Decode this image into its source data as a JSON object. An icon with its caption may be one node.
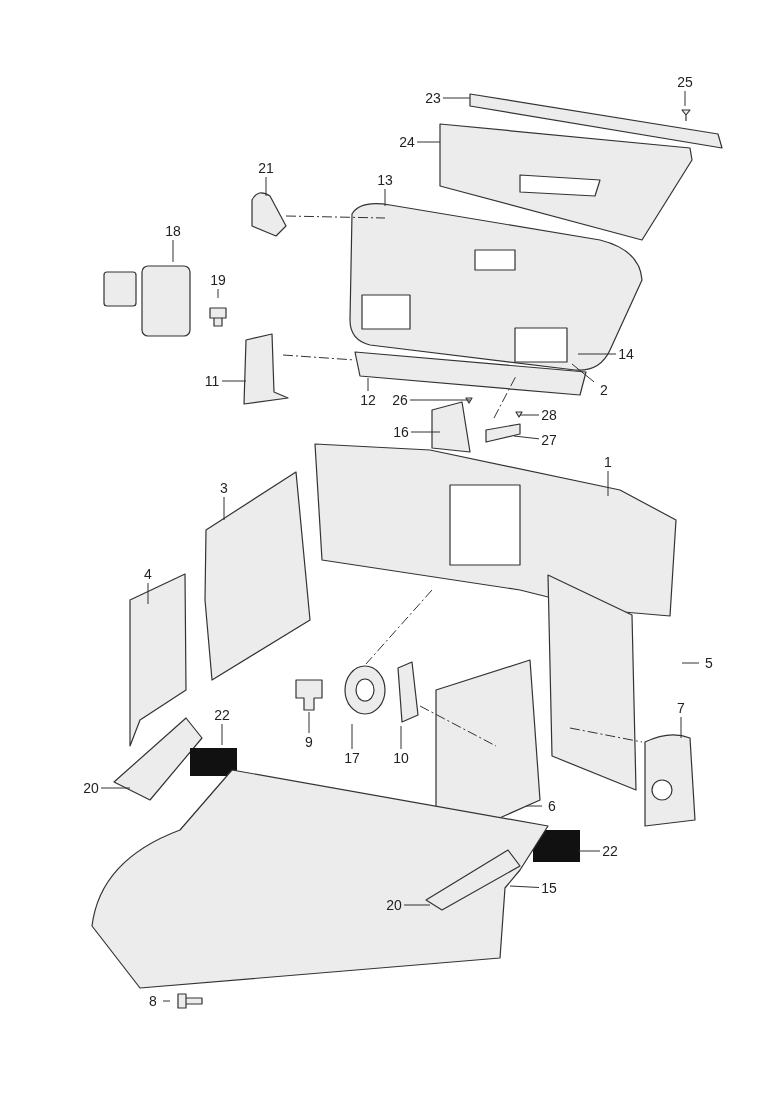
{
  "diagram": {
    "nodes": [
      {
        "text": [
          "23"
        ]
      },
      {
        "text": [
          "25"
        ]
      },
      {
        "text": [
          "24"
        ]
      },
      {
        "text": [
          "21"
        ]
      },
      {
        "text": [
          "13"
        ]
      },
      {
        "text": [
          "18"
        ]
      },
      {
        "text": [
          "19"
        ]
      },
      {
        "text": [
          "14"
        ]
      },
      {
        "text": [
          "11"
        ]
      },
      {
        "text": [
          "2"
        ]
      },
      {
        "text": [
          "12"
        ]
      },
      {
        "text": [
          "26"
        ]
      },
      {
        "text": [
          "28"
        ]
      },
      {
        "text": [
          "16"
        ]
      },
      {
        "text": [
          "27"
        ]
      },
      {
        "text": [
          "1"
        ]
      },
      {
        "text": [
          "3"
        ]
      },
      {
        "text": [
          "4"
        ]
      },
      {
        "text": [
          "5"
        ]
      },
      {
        "text": [
          "7"
        ]
      },
      {
        "text": [
          "22"
        ]
      },
      {
        "text": [
          "9"
        ]
      },
      {
        "text": [
          "17"
        ]
      },
      {
        "text": [
          "10"
        ]
      },
      {
        "text": [
          "20"
        ]
      },
      {
        "text": [
          "6"
        ]
      },
      {
        "text": [
          "22"
        ]
      },
      {
        "text": [
          "15"
        ]
      },
      {
        "text": [
          "20"
        ]
      },
      {
        "text": [
          "8"
        ]
      }
    ],
    "edges": [
      {
        "from": 0,
        "to": null,
        "arrow": "none"
      },
      {
        "from": 1,
        "to": null,
        "arrow": "none"
      },
      {
        "from": 2,
        "to": null,
        "arrow": "none"
      },
      {
        "from": 3,
        "to": null,
        "arrow": "none"
      },
      {
        "from": 4,
        "to": null,
        "arrow": "none"
      },
      {
        "from": 5,
        "to": null,
        "arrow": "none"
      },
      {
        "from": 6,
        "to": null,
        "arrow": "none"
      },
      {
        "from": 7,
        "to": null,
        "arrow": "none"
      },
      {
        "from": 8,
        "to": null,
        "arrow": "none"
      },
      {
        "from": 9,
        "to": null,
        "arrow": "none"
      },
      {
        "from": 10,
        "to": null,
        "arrow": "none"
      },
      {
        "from": 11,
        "to": null,
        "arrow": "none"
      },
      {
        "from": 12,
        "to": null,
        "arrow": "none"
      },
      {
        "from": 13,
        "to": null,
        "arrow": "none"
      },
      {
        "from": 14,
        "to": null,
        "arrow": "none"
      },
      {
        "from": 15,
        "to": null,
        "arrow": "none"
      },
      {
        "from": 16,
        "to": null,
        "arrow": "none"
      },
      {
        "from": 17,
        "to": null,
        "arrow": "none"
      },
      {
        "from": 18,
        "to": null,
        "arrow": "none"
      },
      {
        "from": 19,
        "to": null,
        "arrow": "none"
      },
      {
        "from": 20,
        "to": null,
        "arrow": "none"
      },
      {
        "from": 21,
        "to": null,
        "arrow": "none"
      },
      {
        "from": 22,
        "to": null,
        "arrow": "none"
      },
      {
        "from": 23,
        "to": null,
        "arrow": "none"
      },
      {
        "from": 24,
        "to": null,
        "arrow": "none"
      },
      {
        "from": 25,
        "to": null,
        "arrow": "none"
      },
      {
        "from": 26,
        "to": null,
        "arrow": "none"
      },
      {
        "from": 27,
        "to": null,
        "arrow": "none"
      },
      {
        "from": 28,
        "to": null,
        "arrow": "none"
      },
      {
        "from": 29,
        "to": null,
        "arrow": "none"
      }
    ]
  }
}
